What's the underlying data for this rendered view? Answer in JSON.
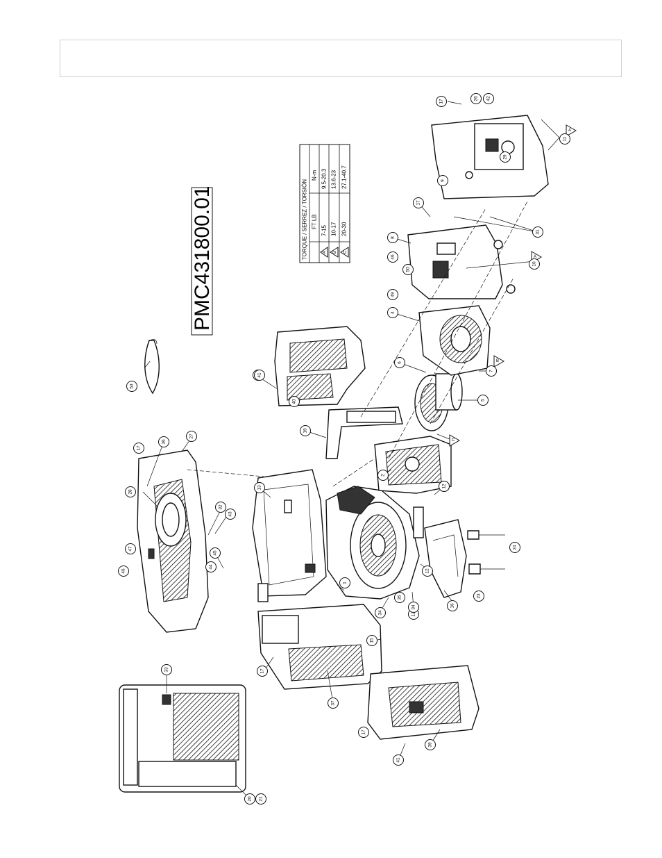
{
  "model_number": "PMC431800.01",
  "torque_table": {
    "title": "TORQUE / SERREZ / TORSIÓN",
    "headers": [
      "",
      "FT LB",
      "N-m"
    ],
    "rows": [
      {
        "key": "A",
        "ftlb": "7-15",
        "nm": "9.5-20.3"
      },
      {
        "key": "B",
        "ftlb": "10-17",
        "nm": "13.6-23"
      },
      {
        "key": "C",
        "ftlb": "20-30",
        "nm": "27.1-40.7"
      }
    ]
  },
  "torque_markers": [
    {
      "part": "11",
      "key": "A"
    },
    {
      "part": "10",
      "key": "A"
    },
    {
      "part": "7",
      "key": "B"
    },
    {
      "part": "3",
      "key": "C"
    }
  ],
  "callouts": [
    "1",
    "2",
    "3",
    "4",
    "5",
    "6",
    "7",
    "8",
    "9",
    "10",
    "11",
    "12",
    "12",
    "12",
    "13",
    "15",
    "16",
    "17",
    "17",
    "17",
    "17",
    "17",
    "19",
    "20",
    "21",
    "23",
    "24",
    "26",
    "27",
    "28",
    "29",
    "31",
    "32",
    "33",
    "34",
    "34",
    "35",
    "36",
    "37",
    "39",
    "40",
    "40",
    "41",
    "41",
    "42",
    "43",
    "44",
    "45",
    "46",
    "46",
    "47",
    "49",
    "50",
    "53"
  ]
}
